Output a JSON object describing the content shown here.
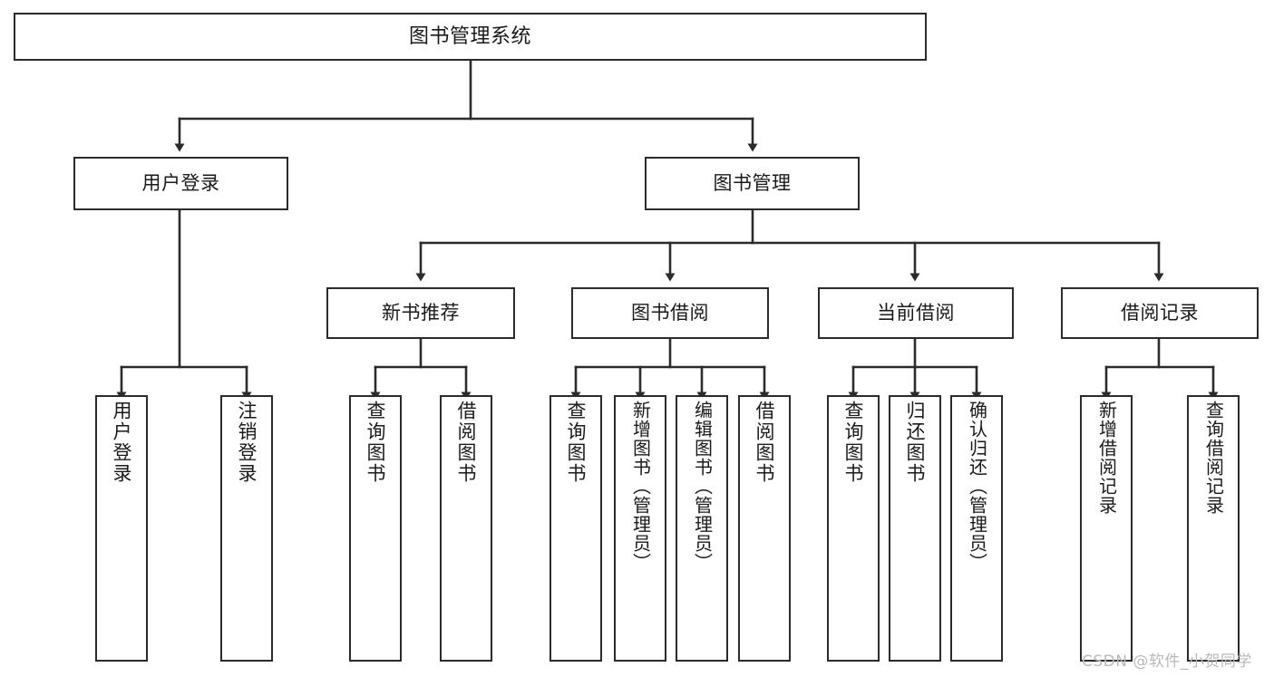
{
  "diagram": {
    "title": "图书管理系统",
    "type": "tree-hierarchy",
    "colors": {
      "stroke": "#2b2b2b",
      "fill": "#ffffff",
      "text": "#1a1a1a",
      "watermark": "#b9b9b9"
    },
    "root": {
      "label": "图书管理系统"
    },
    "level1": [
      {
        "label": "用户登录"
      },
      {
        "label": "图书管理"
      }
    ],
    "level2": [
      {
        "label": "新书推荐"
      },
      {
        "label": "图书借阅"
      },
      {
        "label": "当前借阅"
      },
      {
        "label": "借阅记录"
      }
    ],
    "leaves": {
      "user_login": [
        {
          "label": "用户登录"
        },
        {
          "label": "注销登录"
        }
      ],
      "new_book_recommend": [
        {
          "label": "查询图书"
        },
        {
          "label": "借阅图书"
        }
      ],
      "book_borrow": [
        {
          "label": "查询图书"
        },
        {
          "label": "新增图书（管理员）"
        },
        {
          "label": "编辑图书（管理员）"
        },
        {
          "label": "借阅图书"
        }
      ],
      "current_borrow": [
        {
          "label": "查询图书"
        },
        {
          "label": "归还图书"
        },
        {
          "label": "确认归还（管理员）"
        }
      ],
      "borrow_records": [
        {
          "label": "新增借阅记录"
        },
        {
          "label": "查询借阅记录"
        }
      ]
    }
  },
  "watermark": {
    "text": "CSDN @软件_小贺同学"
  }
}
